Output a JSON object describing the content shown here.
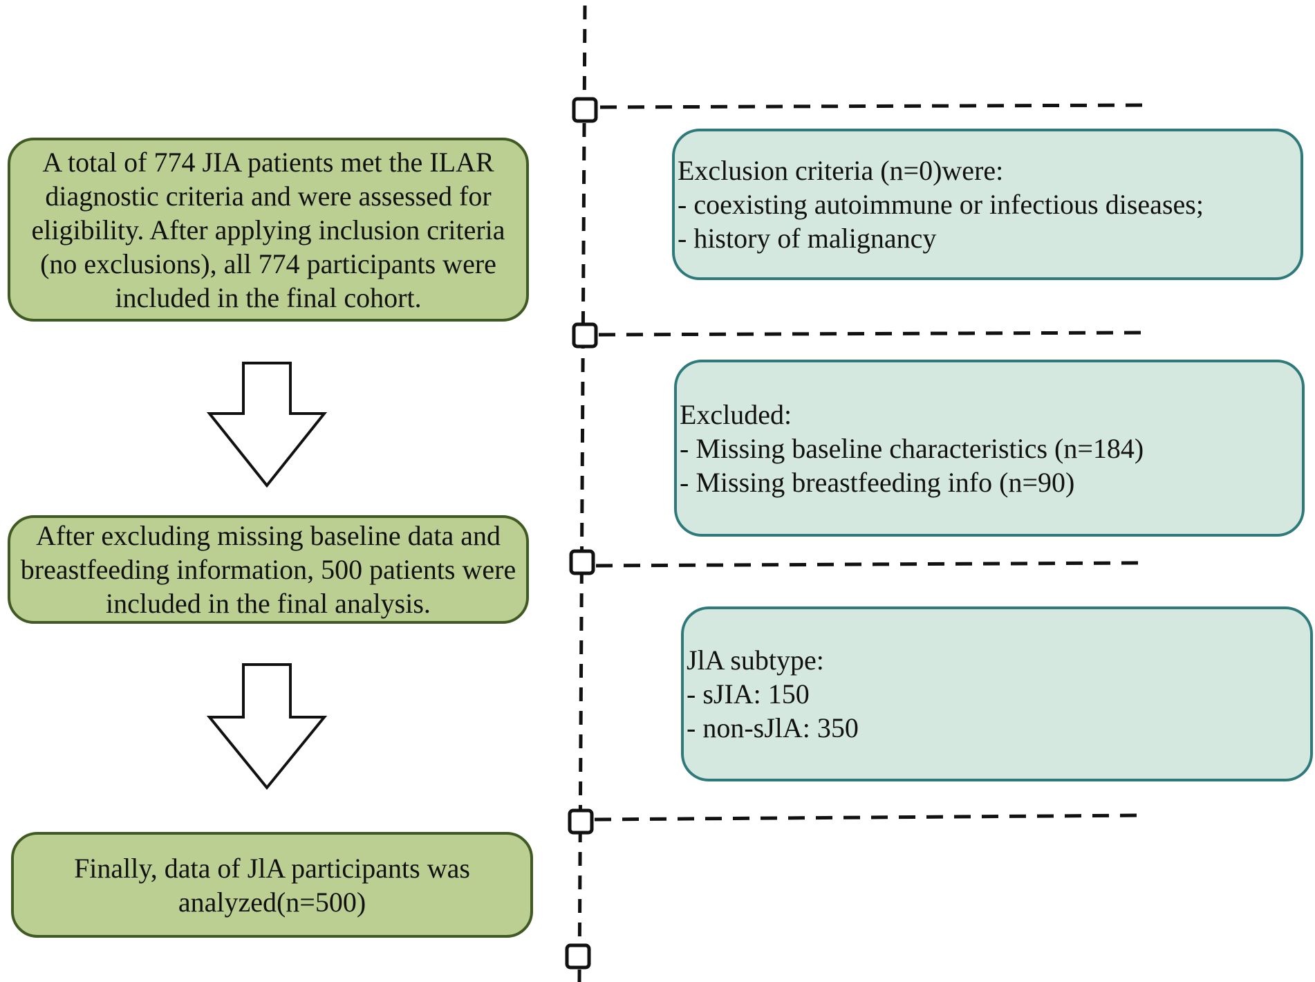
{
  "left_steps": [
    {
      "lines": [
        "A total of 774 JIA patients met the ILAR",
        "diagnostic criteria and were assessed for",
        "eligibility. After applying inclusion criteria",
        "(no exclusions), all 774 participants were",
        "included in the final cohort."
      ]
    },
    {
      "lines": [
        "After excluding missing baseline data and",
        "breastfeeding information, 500 patients were",
        "included in the final analysis."
      ]
    },
    {
      "lines": [
        "Finally, data of JlA participants was",
        "analyzed(n=500)"
      ]
    }
  ],
  "right_notes": [
    {
      "heading": "Exclusion criteria (n=0)were:",
      "items": [
        "- coexisting autoimmune or infectious diseases;",
        "- history of malignancy"
      ]
    },
    {
      "heading": "Excluded:",
      "items": [
        "- Missing baseline characteristics (n=184)",
        "- Missing breastfeeding info (n=90)"
      ]
    },
    {
      "heading": "JlA subtype:",
      "items": [
        "- sJIA: 150",
        "- non-sJlA: 350"
      ]
    }
  ],
  "colors": {
    "green_fill": "#bccf92",
    "green_border": "#3f5a22",
    "teal_fill": "#d5e8df",
    "teal_border": "#2e7a7a",
    "line": "#111111"
  }
}
